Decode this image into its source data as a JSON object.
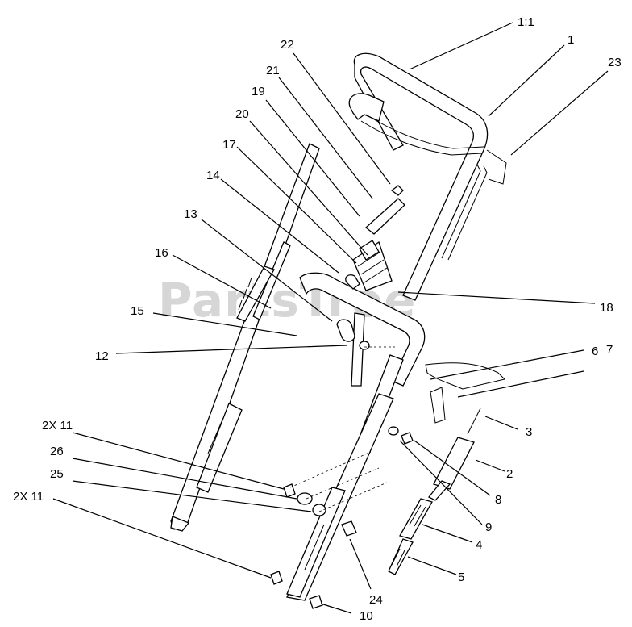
{
  "watermark": {
    "text": "PartsTree",
    "mark": "™"
  },
  "callouts": [
    {
      "id": "c-1-1",
      "label": "1:1"
    },
    {
      "id": "c-1",
      "label": "1"
    },
    {
      "id": "c-23",
      "label": "23"
    },
    {
      "id": "c-22",
      "label": "22"
    },
    {
      "id": "c-21",
      "label": "21"
    },
    {
      "id": "c-19",
      "label": "19"
    },
    {
      "id": "c-20",
      "label": "20"
    },
    {
      "id": "c-17",
      "label": "17"
    },
    {
      "id": "c-14",
      "label": "14"
    },
    {
      "id": "c-13",
      "label": "13"
    },
    {
      "id": "c-16",
      "label": "16"
    },
    {
      "id": "c-15",
      "label": "15"
    },
    {
      "id": "c-18",
      "label": "18"
    },
    {
      "id": "c-12",
      "label": "12"
    },
    {
      "id": "c-6",
      "label": "6"
    },
    {
      "id": "c-7",
      "label": "7"
    },
    {
      "id": "c-3",
      "label": "3"
    },
    {
      "id": "c-2",
      "label": "2"
    },
    {
      "id": "c-8",
      "label": "8"
    },
    {
      "id": "c-9",
      "label": "9"
    },
    {
      "id": "c-4",
      "label": "4"
    },
    {
      "id": "c-5",
      "label": "5"
    },
    {
      "id": "c-2x11a",
      "label": "2X 11"
    },
    {
      "id": "c-26",
      "label": "26"
    },
    {
      "id": "c-25",
      "label": "25"
    },
    {
      "id": "c-2x11b",
      "label": "2X 11"
    },
    {
      "id": "c-24",
      "label": "24"
    },
    {
      "id": "c-10",
      "label": "10"
    }
  ]
}
